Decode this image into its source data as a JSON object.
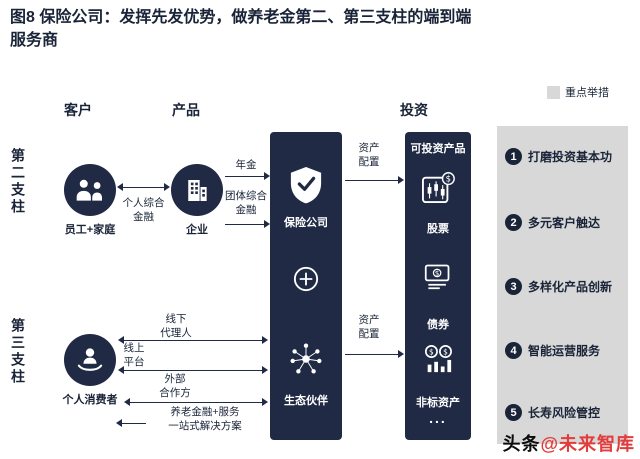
{
  "title": "图8 保险公司：发挥先发优势，做养老金第二、第三支柱的端到端\n服务商",
  "legend": {
    "label": "重点举措"
  },
  "headers": {
    "customers": "客户",
    "products": "产品",
    "investment": "投资"
  },
  "pillars": {
    "second": "第二支柱",
    "third": "第三支柱"
  },
  "nodes": {
    "employees": {
      "label": "员工+家庭"
    },
    "enterprise": {
      "label": "企业"
    },
    "consumer": {
      "label": "个人消费者"
    },
    "insurer": {
      "label": "保险公司"
    },
    "ecosystem": {
      "label": "生态伙伴"
    },
    "investment_header": "可投资产品",
    "stocks": {
      "label": "股票"
    },
    "bonds": {
      "label": "债券"
    },
    "nonstandard": {
      "label": "非标资产"
    },
    "more": "..."
  },
  "flows": {
    "personal_finance": "个人综合\n金融",
    "annuity": "年金",
    "group_finance": "团体综合\n金融",
    "offline_agent": "线下\n代理人",
    "online_platform": "线上\n平台",
    "external_partner": "外部\n合作方",
    "one_stop": "养老金融+服务\n一站式解决方案",
    "asset_allocation": "资产\n配置"
  },
  "initiatives": [
    {
      "num": "1",
      "label": "打磨投资基本功"
    },
    {
      "num": "2",
      "label": "多元客户触达"
    },
    {
      "num": "3",
      "label": "多样化产品创新"
    },
    {
      "num": "4",
      "label": "智能运营服务"
    },
    {
      "num": "5",
      "label": "长寿风险管控"
    }
  ],
  "watermark": {
    "source": "头条",
    "handle": "@未来智库"
  },
  "colors": {
    "navy": "#202a44",
    "gray": "#d8d8d8",
    "red": "#e23c3c"
  }
}
